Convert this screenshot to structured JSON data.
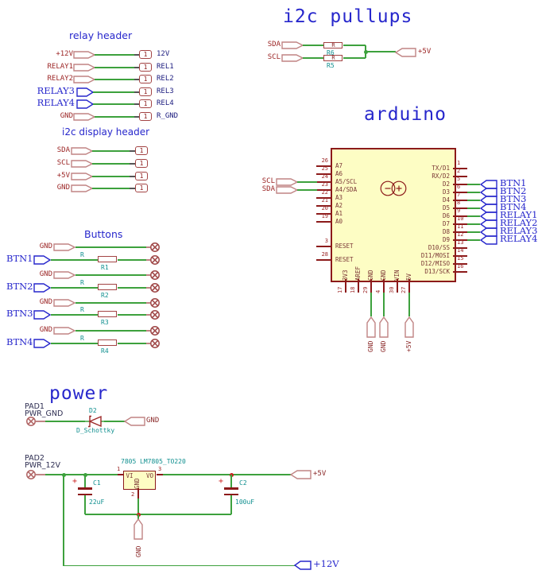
{
  "colors": {
    "wire_green": "#3da13d",
    "component_red": "#8c1a1a",
    "label_red": "#9c2626",
    "label_blue": "#2727cc",
    "value_teal": "#0f8f8f",
    "net_navy": "#1b1b7e",
    "junction_red": "#cc1f1f",
    "ic_fill": "#fdfdc4"
  },
  "relay_header": {
    "title": "relay header",
    "rows": [
      {
        "left": "+12V",
        "pin": "1",
        "right": "12V",
        "style": "red"
      },
      {
        "left": "RELAY1",
        "pin": "1",
        "right": "REL1",
        "style": "red"
      },
      {
        "left": "RELAY2",
        "pin": "1",
        "right": "REL2",
        "style": "red"
      },
      {
        "left": "RELAY3",
        "pin": "1",
        "right": "REL3",
        "style": "blue"
      },
      {
        "left": "RELAY4",
        "pin": "1",
        "right": "REL4",
        "style": "blue"
      },
      {
        "left": "GND",
        "pin": "1",
        "right": "R_GND",
        "style": "red"
      }
    ]
  },
  "i2c_display_header": {
    "title": "i2c display header",
    "rows": [
      {
        "net": "SDA",
        "pin": "1"
      },
      {
        "net": "SCL",
        "pin": "1"
      },
      {
        "net": "+5V",
        "pin": "1"
      },
      {
        "net": "GND",
        "pin": "1"
      }
    ]
  },
  "buttons": {
    "title": "Buttons",
    "groups": [
      {
        "gnd": "GND",
        "btn": "BTN1",
        "res_value": "R",
        "res_name": "R1"
      },
      {
        "gnd": "GND",
        "btn": "BTN2",
        "res_value": "R",
        "res_name": "R2"
      },
      {
        "gnd": "GND",
        "btn": "BTN3",
        "res_value": "R",
        "res_name": "R3"
      },
      {
        "gnd": "GND",
        "btn": "BTN4",
        "res_value": "R",
        "res_name": "R4"
      }
    ]
  },
  "i2c_pullups": {
    "title": "i2c pullups",
    "rows": [
      {
        "net": "SDA",
        "res_value": "R",
        "res_name": "R6"
      },
      {
        "net": "SCL",
        "res_value": "R",
        "res_name": "R5"
      }
    ],
    "rail": "+5V"
  },
  "arduino": {
    "title": "arduino",
    "left_labels": [
      "SCL",
      "SDA"
    ],
    "left_pins": [
      {
        "num": "26",
        "name": "A7"
      },
      {
        "num": "25",
        "name": "A6"
      },
      {
        "num": "24",
        "name": "A5/SCL"
      },
      {
        "num": "23",
        "name": "A4/SDA"
      },
      {
        "num": "22",
        "name": "A3"
      },
      {
        "num": "21",
        "name": "A2"
      },
      {
        "num": "20",
        "name": "A1"
      },
      {
        "num": "19",
        "name": "A0"
      },
      {
        "num": "3",
        "name": "RESET"
      },
      {
        "num": "28",
        "name": "RESET"
      }
    ],
    "right_pins": [
      {
        "num": "1",
        "name": "TX/D1"
      },
      {
        "num": "2",
        "name": "RX/D2"
      },
      {
        "num": "5",
        "name": "D2"
      },
      {
        "num": "6",
        "name": "D3"
      },
      {
        "num": "7",
        "name": "D4"
      },
      {
        "num": "8",
        "name": "D5"
      },
      {
        "num": "9",
        "name": "D6"
      },
      {
        "num": "10",
        "name": "D7"
      },
      {
        "num": "11",
        "name": "D8"
      },
      {
        "num": "12",
        "name": "D9"
      },
      {
        "num": "13",
        "name": "D10/SS"
      },
      {
        "num": "14",
        "name": "D11/MOSI"
      },
      {
        "num": "15",
        "name": "D12/MISO"
      },
      {
        "num": "16",
        "name": "D13/SCK"
      }
    ],
    "right_labels": [
      "BTN1",
      "BTN2",
      "BTN3",
      "BTN4",
      "RELAY1",
      "RELAY2",
      "RELAY3",
      "RELAY4"
    ],
    "bottom_pins": [
      {
        "num": "17",
        "name": "3V3"
      },
      {
        "num": "18",
        "name": "AREF"
      },
      {
        "num": "29",
        "name": "GND"
      },
      {
        "num": "4",
        "name": "GND"
      },
      {
        "num": "30",
        "name": "VIN"
      },
      {
        "num": "27",
        "name": "5V"
      }
    ],
    "bottom_labels": [
      "GND",
      "GND",
      "+5V"
    ]
  },
  "power": {
    "title": "power",
    "pad1_name": "PAD1",
    "pad1_net": "PWR_GND",
    "d2_name": "D2",
    "d2_value": "D_Schottky",
    "gnd_tag": "GND",
    "pad2_name": "PAD2",
    "pad2_net": "PWR_12V",
    "reg_name": "7805",
    "reg_value": "LM7805_TO220",
    "reg_pin1": "1",
    "reg_pin2": "2",
    "reg_pin3": "3",
    "reg_vi": "VI",
    "reg_vo": "VO",
    "reg_gnd": "GND",
    "c1_name": "C1",
    "c1_value": "22uF",
    "c2_name": "C2",
    "c2_value": "100uF",
    "out_5v": "+5V",
    "gnd_bottom": "GND",
    "out_12v": "+12V"
  }
}
